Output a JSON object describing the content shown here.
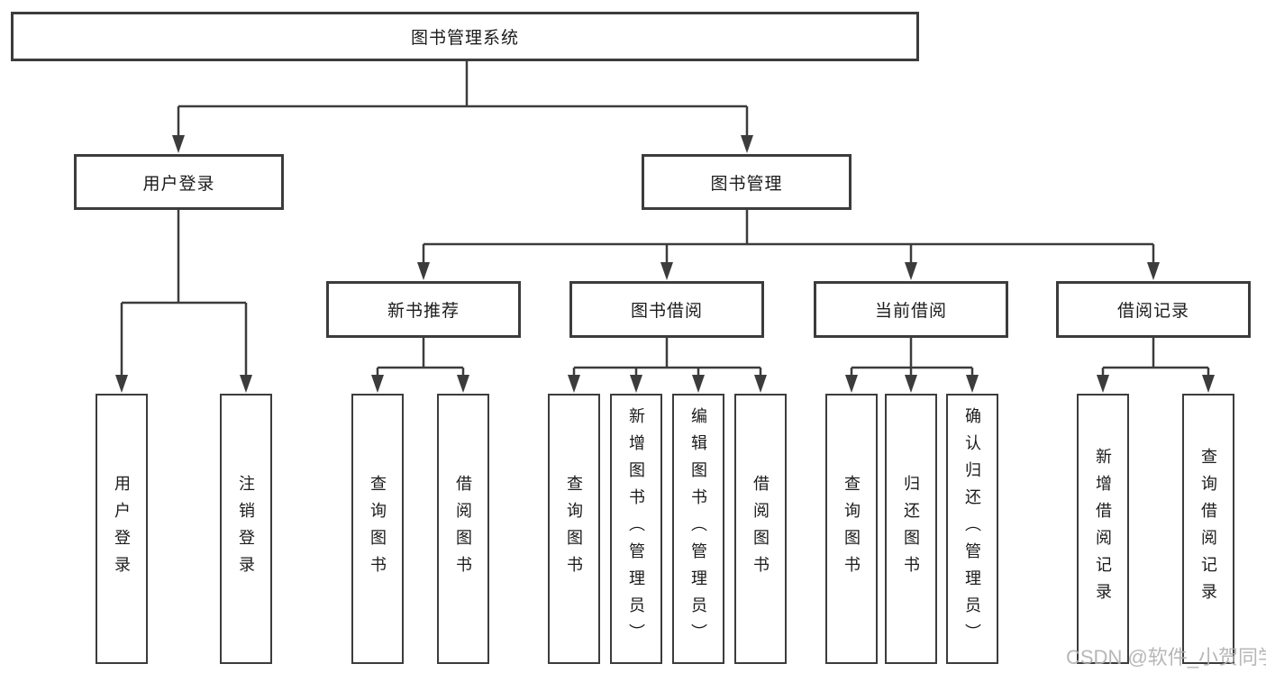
{
  "diagram": {
    "tree": {
      "label": "图书管理系统",
      "children": [
        {
          "label": "用户登录",
          "children": [
            {
              "label": "用户登录"
            },
            {
              "label": "注销登录"
            }
          ]
        },
        {
          "label": "图书管理",
          "children": [
            {
              "label": "新书推荐",
              "children": [
                {
                  "label": "查询图书"
                },
                {
                  "label": "借阅图书"
                }
              ]
            },
            {
              "label": "图书借阅",
              "children": [
                {
                  "label": "查询图书"
                },
                {
                  "label": "新增图书（管理员）"
                },
                {
                  "label": "编辑图书（管理员）"
                },
                {
                  "label": "借阅图书"
                }
              ]
            },
            {
              "label": "当前借阅",
              "children": [
                {
                  "label": "查询图书"
                },
                {
                  "label": "归还图书"
                },
                {
                  "label": "确认归还（管理员）"
                }
              ]
            },
            {
              "label": "借阅记录",
              "children": [
                {
                  "label": "新增借阅记录"
                },
                {
                  "label": "查询借阅记录"
                }
              ]
            }
          ]
        }
      ]
    },
    "colors": {
      "line": "#3c3c3c",
      "text": "#1b1b1b",
      "background": "#ffffff"
    }
  },
  "watermark": {
    "text": "CSDN @软件_小贺同学",
    "color": "#b5b5b5"
  }
}
